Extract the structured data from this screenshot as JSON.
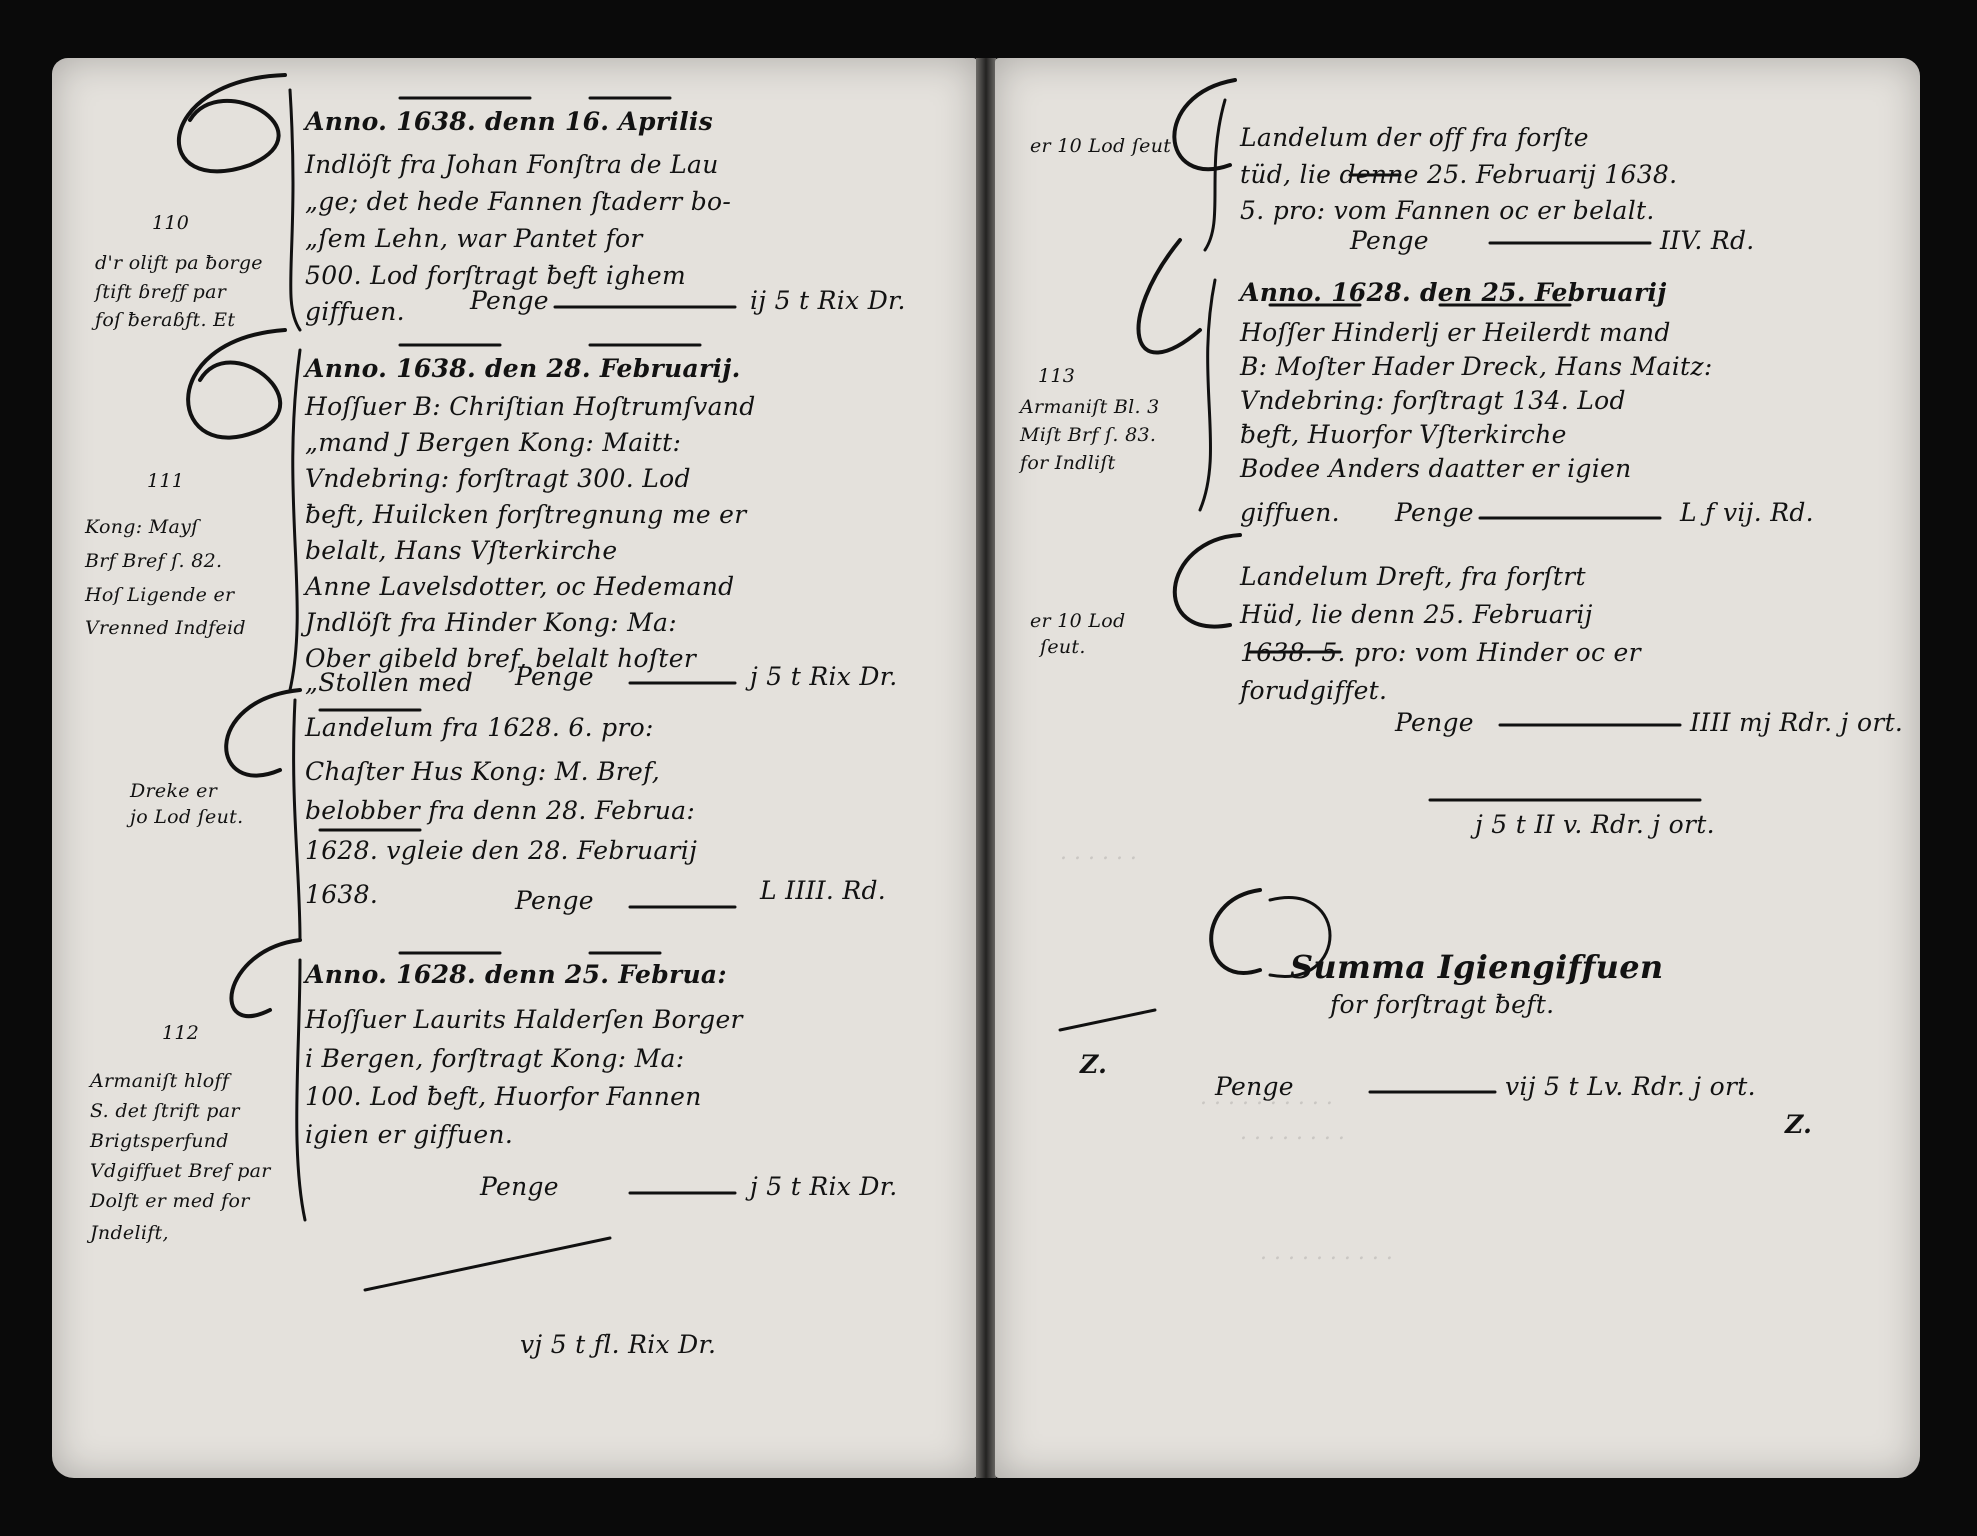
{
  "left_page": {
    "entries": [
      {
        "margin_number": "110",
        "margin_note": [
          "d'r oliƒt pa ƀorge",
          "ſtift ɓrefƒ par",
          "ƒoſ ƀeraɓƒt. Et"
        ],
        "lines": [
          "Anno. 1638. denn 16. Aprilis",
          "Indlöſt fra Johan Fonſtra de Lau",
          "„ge; det hede Fannen ſtaderr bo-",
          "„ſem Lehn, war Pantet for",
          "500. Lod forſtragt ƀeƒt ighem",
          "giffuen."
        ],
        "amount_label": "Penge",
        "amount": "ij 5 t Rix Dr."
      },
      {
        "margin_number": "111",
        "margin_note": [
          "Kong: Mayſ",
          "Brf Bref ſ. 82.",
          "Hoſ Ligende er",
          "Vrenned Indƒeid"
        ],
        "lines": [
          "Anno. 1638. den 28. Februarij.",
          "Hoſſuer B: Chriſtian Hoſtrumſvand",
          "„mand J Bergen Kong: Maitt:",
          "Vndebring: forſtragt 300. Lod",
          "ƀeƒt, Huilcken forſtregnung me er",
          "belalt, Hans Vſterkirche",
          "Anne Lavelsdotter, oc Hedemand",
          "Jndlöſt fra Hinder Kong: Ma:",
          "Ober gibeld bref, belalt hoſter",
          "„Stollen med"
        ],
        "amount_label": "Penge",
        "amount": "j 5 t Rix Dr."
      },
      {
        "margin_note": [
          "Dreke er",
          "jo Lod ſeut."
        ],
        "lines": [
          "Landelum fra 1628. 6. pro:",
          "Chaſter Hus Kong: M. Bref,",
          "belobber fra denn 28. Februa:",
          "1628. vgleie den 28. Februarij",
          "1638."
        ],
        "amount_label": "Penge",
        "amount": "L IIII. Rd."
      },
      {
        "margin_number": "112",
        "margin_note": [
          "Armaniſt hloff",
          "S. det ſtrift par",
          "Brigtsperfund",
          "Vdgiffuet Bref par",
          "Dolft er med for",
          "Jndelift,"
        ],
        "lines": [
          "Anno. 1628. denn 25. Februa:",
          "Hoſſuer Laurits Halderſen Borger",
          "i Bergen, forſtragt Kong: Ma:",
          "100. Lod ƀeƒt, Huorfor Fannen",
          "igien er giffuen."
        ],
        "amount_label": "Penge",
        "amount": "j 5 t Rix Dr."
      }
    ],
    "page_total": "vj 5 t ƒl. Rix Dr."
  },
  "right_page": {
    "entries": [
      {
        "margin_note": [
          "er 10 Lod ſeut"
        ],
        "lines": [
          "Landelum der off fra forſte",
          "tüd, lie denne 25. Februarij 1638.",
          "5. pro: vom Fannen oc er belalt."
        ],
        "amount_label": "Penge",
        "amount": "IIV. Rd."
      },
      {
        "margin_number": "113",
        "margin_note": [
          "Armaniſt Bl. 3",
          "Miſt Brf ſ. 83.",
          "for Indliſt"
        ],
        "lines": [
          "Anno. 1628. den 25. Februarij",
          "Hoſſer Hinderlj er Heilerdt mand",
          "B: Moſter Hader Dreck, Hans Maitz:",
          "Vndebring: forſtragt 134. Lod",
          "ƀeƒt, Huorfor Vſterkirche",
          "Bodee Anders daatter er igien",
          "giffuen."
        ],
        "amount_label": "Penge",
        "amount": "L ƒ vij. Rd."
      },
      {
        "margin_note": [
          "er 10 Lod",
          "ſeut."
        ],
        "lines": [
          "Landelum Dreft, fra forſtrt",
          "Hüd, lie denn 25. Februarij",
          "1638. 5. pro: vom Hinder oc er",
          "forudgiffet."
        ],
        "amount_label": "Penge",
        "amount": "IIII mj Rdr. j ort."
      }
    ],
    "subtotal": "j 5 t II v. Rdr. j ort.",
    "summary_heading": "Summa Igiengiffuen",
    "summary_subheading": "for forſtragt ƀeƒt.",
    "summary_mark": "Z.",
    "summary_amount_label": "Penge",
    "summary_amount": "vij 5 t Lv. Rdr. j ort.",
    "summary_end_mark": "Z."
  }
}
